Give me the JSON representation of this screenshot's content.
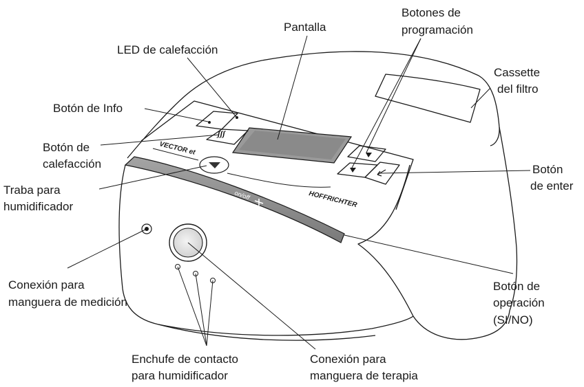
{
  "labels": {
    "pantalla": "Pantalla",
    "botones_prog_1": "Botones de",
    "botones_prog_2": "programación",
    "led_calefaccion": "LED de calefacción",
    "cassette_1": "Cassette",
    "cassette_2": "del filtro",
    "boton_info": "Botón de Info",
    "boton_calefaccion_1": "Botón de",
    "boton_calefaccion_2": "calefacción",
    "traba_1": "Traba para",
    "traba_2": "humidificador",
    "boton_enter_1": "Botón",
    "boton_enter_2": "de enter",
    "conexion_medicion_1": "Conexión para",
    "conexion_medicion_2": "manguera de medición",
    "boton_operacion_1": "Botón de",
    "boton_operacion_2": "operación",
    "boton_operacion_3": "(SI/NO)",
    "enchufe_1": "Enchufe de contacto",
    "enchufe_2": "para humidificador",
    "conexion_terapia_1": "Conexión para",
    "conexion_terapia_2": "manguera de terapia"
  },
  "device": {
    "brand": "HOFFRICHTER",
    "model": "VECTOR et",
    "onoff": "on/off"
  },
  "colors": {
    "band": "#8e8e8e",
    "band_dark": "#6d6d6d",
    "display": "#9a9a9a",
    "outline": "#1a1a1a"
  }
}
